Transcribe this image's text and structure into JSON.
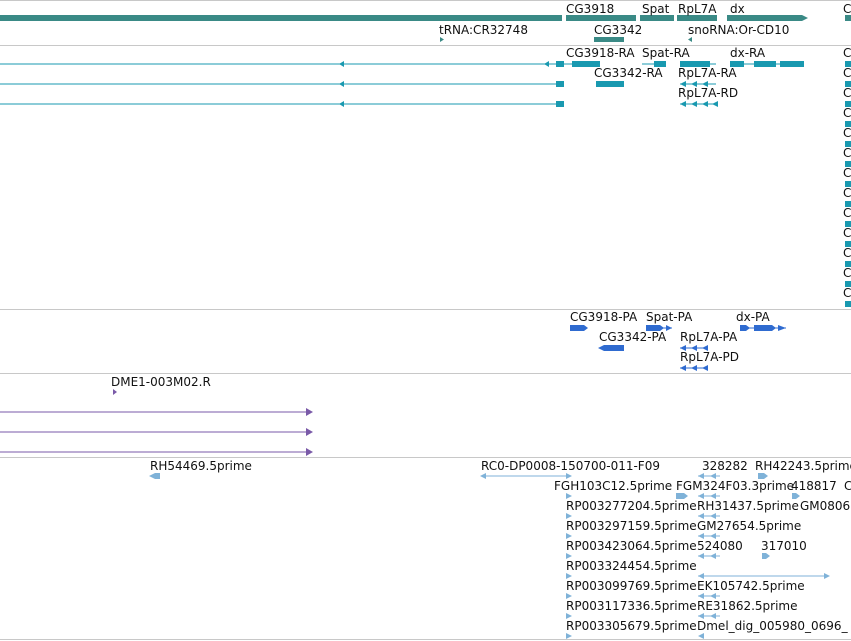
{
  "genes_track": {
    "labels": [
      "CG3918",
      "Spat",
      "RpL7A",
      "dx",
      "C",
      "tRNA:CR32748",
      "CG3342",
      "snoRNA:Or-CD10"
    ],
    "color": "#3a8a86"
  },
  "transcripts_track": {
    "labels": [
      "CG3918-RA",
      "Spat-RA",
      "dx-RA",
      "CG3342-RA",
      "RpL7A-RA",
      "RpL7A-RD",
      "C",
      "C",
      "C",
      "C",
      "C",
      "C",
      "C",
      "C",
      "C",
      "C",
      "C",
      "C",
      "C"
    ],
    "color": "#1999b0"
  },
  "proteins_track": {
    "labels": [
      "CG3918-PA",
      "Spat-PA",
      "dx-PA",
      "CG3342-PA",
      "RpL7A-PA",
      "RpL7A-PD"
    ],
    "color": "#2f6bd0"
  },
  "clones_track": {
    "labels": [
      "DME1-003M02.R"
    ],
    "color": "#7a5aa8"
  },
  "ests_track": {
    "labels": [
      "RH54469.5prime",
      "RC0-DP0008-150700-011-F09",
      "328282",
      "RH42243.5prime",
      "FGH103C12.5prime",
      "FGM324F03.3prime",
      "418817",
      "C",
      "RP003277204.5prime",
      "RH31437.5prime",
      "GM0806",
      "RP003297159.5prime",
      "GM27654.5prime",
      "RP003423064.5prime",
      "524080",
      "317010",
      "RP003324454.5prime",
      "RP003099769.5prime",
      "EK105742.5prime",
      "RP003117336.5prime",
      "RE31862.5prime",
      "RP003305679.5prime",
      "Dmel_dig_005980_0696_"
    ],
    "color": "#7fb2d8"
  },
  "separator_color": "#c8c8c8"
}
